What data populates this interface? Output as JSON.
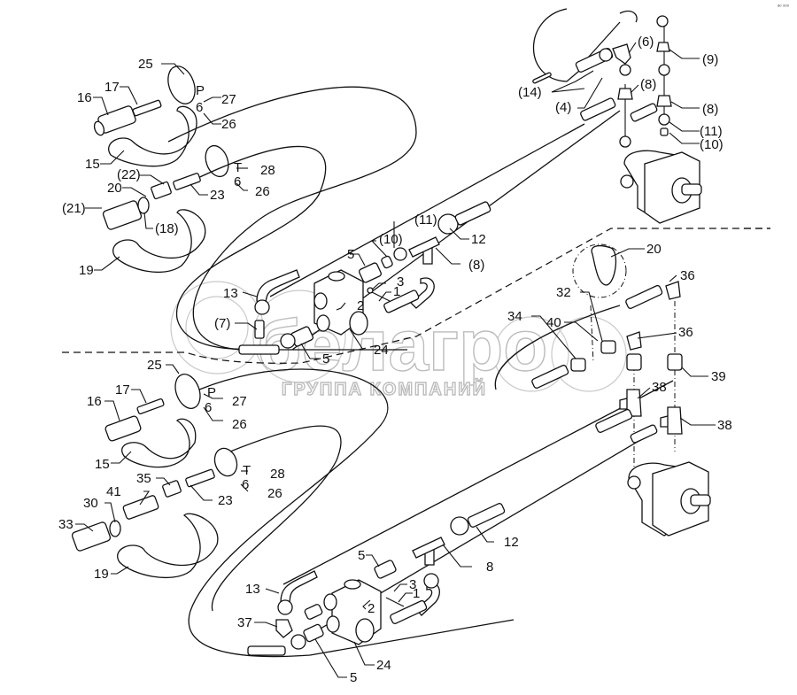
{
  "diagram": {
    "title": "Hydraulic connection exploded view (two assemblies)",
    "corner_mark": "ᵃᵒ ᵒᵒᵒ",
    "watermark": {
      "brand": "белагро",
      "subtitle": "ГРУППА КОМПАНИЙ"
    },
    "upper_assembly": {
      "callouts": [
        {
          "id": "c-25a",
          "text": "25"
        },
        {
          "id": "c-17a",
          "text": "17"
        },
        {
          "id": "c-16a",
          "text": "16"
        },
        {
          "id": "c-p",
          "text": "P"
        },
        {
          "id": "c-27a",
          "text": "27"
        },
        {
          "id": "c-6a",
          "text": "6"
        },
        {
          "id": "c-26a",
          "text": "26"
        },
        {
          "id": "c-15a",
          "text": "15"
        },
        {
          "id": "c-t",
          "text": "T"
        },
        {
          "id": "c-28a",
          "text": "28"
        },
        {
          "id": "c-6b",
          "text": "6"
        },
        {
          "id": "c-26b",
          "text": "26"
        },
        {
          "id": "c-22",
          "text": "(22)"
        },
        {
          "id": "c-23a",
          "text": "23"
        },
        {
          "id": "c-20a",
          "text": "20"
        },
        {
          "id": "c-21",
          "text": "(21)"
        },
        {
          "id": "c-18",
          "text": "(18)"
        },
        {
          "id": "c-19a",
          "text": "19"
        },
        {
          "id": "c-5a",
          "text": "5"
        },
        {
          "id": "c-10a",
          "text": "(10)"
        },
        {
          "id": "c-11a",
          "text": "(11)"
        },
        {
          "id": "c-12a",
          "text": "12"
        },
        {
          "id": "c-8a",
          "text": "(8)"
        },
        {
          "id": "c-13a",
          "text": "13"
        },
        {
          "id": "c-3a",
          "text": "3"
        },
        {
          "id": "c-1a",
          "text": "1"
        },
        {
          "id": "c-2a",
          "text": "2"
        },
        {
          "id": "c-7",
          "text": "(7)"
        },
        {
          "id": "c-24a",
          "text": "24"
        },
        {
          "id": "c-5b",
          "text": "5"
        },
        {
          "id": "c-6c",
          "text": "(6)"
        },
        {
          "id": "c-9",
          "text": "(9)"
        },
        {
          "id": "c-14",
          "text": "(14)"
        },
        {
          "id": "c-8b",
          "text": "(8)"
        },
        {
          "id": "c-4",
          "text": "(4)"
        },
        {
          "id": "c-8c",
          "text": "(8)"
        },
        {
          "id": "c-11b",
          "text": "(11)"
        },
        {
          "id": "c-10b",
          "text": "(10)"
        }
      ]
    },
    "lower_assembly": {
      "callouts": [
        {
          "id": "c-25b",
          "text": "25"
        },
        {
          "id": "c-17b",
          "text": "17"
        },
        {
          "id": "c-16b",
          "text": "16"
        },
        {
          "id": "c-p2",
          "text": "P"
        },
        {
          "id": "c-27b",
          "text": "27"
        },
        {
          "id": "c-6d",
          "text": "6"
        },
        {
          "id": "c-26c",
          "text": "26"
        },
        {
          "id": "c-15b",
          "text": "15"
        },
        {
          "id": "c-t2",
          "text": "T"
        },
        {
          "id": "c-28b",
          "text": "28"
        },
        {
          "id": "c-6e",
          "text": "6"
        },
        {
          "id": "c-26d",
          "text": "26"
        },
        {
          "id": "c-35",
          "text": "35"
        },
        {
          "id": "c-41",
          "text": "41"
        },
        {
          "id": "c-23b",
          "text": "23"
        },
        {
          "id": "c-30",
          "text": "30"
        },
        {
          "id": "c-33",
          "text": "33"
        },
        {
          "id": "c-19b",
          "text": "19"
        },
        {
          "id": "c-5c",
          "text": "5"
        },
        {
          "id": "c-12b",
          "text": "12"
        },
        {
          "id": "c-8d",
          "text": "8"
        },
        {
          "id": "c-13b",
          "text": "13"
        },
        {
          "id": "c-3b",
          "text": "3"
        },
        {
          "id": "c-1b",
          "text": "1"
        },
        {
          "id": "c-2b",
          "text": "2"
        },
        {
          "id": "c-37",
          "text": "37"
        },
        {
          "id": "c-24b",
          "text": "24"
        },
        {
          "id": "c-5d",
          "text": "5"
        },
        {
          "id": "c-20b",
          "text": "20"
        },
        {
          "id": "c-32",
          "text": "32"
        },
        {
          "id": "c-36a",
          "text": "36"
        },
        {
          "id": "c-34",
          "text": "34"
        },
        {
          "id": "c-40",
          "text": "40"
        },
        {
          "id": "c-36b",
          "text": "36"
        },
        {
          "id": "c-39",
          "text": "39"
        },
        {
          "id": "c-38a",
          "text": "38"
        },
        {
          "id": "c-38b",
          "text": "38"
        }
      ]
    }
  }
}
